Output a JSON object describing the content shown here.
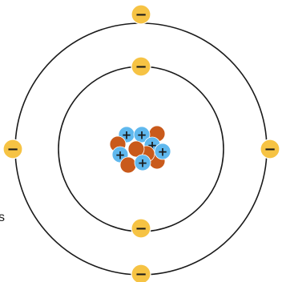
{
  "colors": {
    "electron": "#f6c344",
    "proton": "#5fb8ee",
    "neutron": "#c95a1b",
    "orbit": "#1a1a1a",
    "sign": "#1a1a1a"
  },
  "icons": {
    "electron": "electron-icon",
    "proton": "proton-icon",
    "neutron": "neutron-icon"
  },
  "labels": {
    "electron_sign": "−",
    "proton_sign": "+",
    "edge_glyph": "s"
  },
  "counts": {
    "inner_shell_electrons": 2,
    "outer_shell_electrons": 4,
    "protons": 6,
    "neutrons": 6
  }
}
